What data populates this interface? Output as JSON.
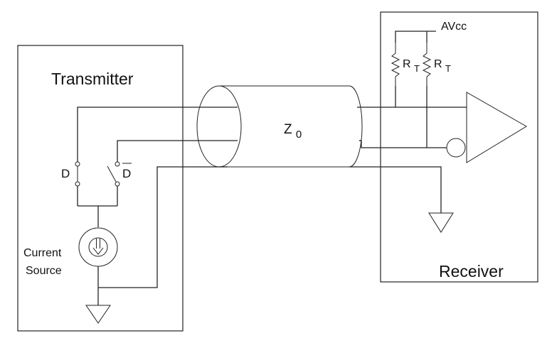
{
  "colors": {
    "line": "#222222",
    "background": "#ffffff",
    "text": "#111111"
  },
  "transmitter": {
    "title": "Transmitter",
    "switch_d_label": "D",
    "switch_dbar_label": "D",
    "current_source_line1": "Current",
    "current_source_line2": "Source",
    "current_source_icon": "down-arrow-in-circle",
    "ground_icon": "ground-triangle"
  },
  "cable": {
    "impedance_main": "Z",
    "impedance_sub": "0"
  },
  "receiver": {
    "title": "Receiver",
    "supply_label": "AVcc",
    "resistor1_main": "R",
    "resistor1_sub": "T",
    "resistor2_main": "R",
    "resistor2_sub": "T",
    "amplifier_icon": "differential-receiver-triangle",
    "ground_icon": "ground-triangle"
  }
}
